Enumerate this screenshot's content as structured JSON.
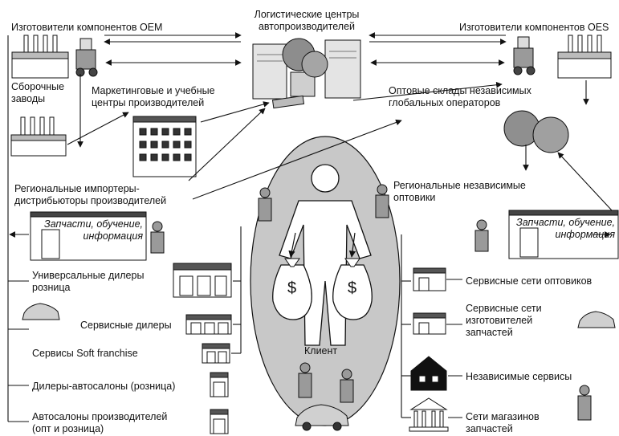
{
  "labels": {
    "oem_manufacturers": "Изготовители компонентов OEM",
    "logistics_centers_l1": "Логистические центры",
    "logistics_centers_l2": "автопроизводителей",
    "oes_manufacturers": "Изготовители компонентов OES",
    "assembly_plants_l1": "Сборочные",
    "assembly_plants_l2": "заводы",
    "marketing_centers_l1": "Маркетинговые и учебные",
    "marketing_centers_l2": "центры производителей",
    "wholesale_global_l1": "Оптовые склады независимых",
    "wholesale_global_l2": "глобальных операторов",
    "regional_importers_l1": "Региональные импортеры-",
    "regional_importers_l2": "дистрибьюторы производителей",
    "regional_wholesalers_l1": "Региональные независимые",
    "regional_wholesalers_l2": "оптовики",
    "banner_left_l1": "Запчасти, обучение,",
    "banner_left_l2": "информация",
    "banner_right_l1": "Запчасти, обучение,",
    "banner_right_l2": "информация",
    "universal_dealers_l1": "Универсальные дилеры",
    "universal_dealers_l2": "розница",
    "service_dealers": "Сервисные дилеры",
    "soft_franchise": "Сервисы Soft franchise",
    "dealer_showrooms": "Дилеры-автосалоны (розница)",
    "manufacturer_showrooms_l1": "Автосалоны производителей",
    "manufacturer_showrooms_l2": "(опт и розница)",
    "client": "Клиент",
    "money_symbol": "$",
    "wholesaler_service_chains": "Сервисные сети оптовиков",
    "parts_maker_services_l1": "Сервисные сети",
    "parts_maker_services_l2": "изготовителей",
    "parts_maker_services_l3": "запчастей",
    "independent_services": "Независимые сервисы",
    "parts_store_chains_l1": "Сети магазинов",
    "parts_store_chains_l2": "запчастей"
  },
  "colors": {
    "ink": "#111111",
    "gray": "#9a9a9a",
    "light_gray": "#d6d6d6",
    "ellipse": "#c8c8c8"
  },
  "icons": [
    "factory-icon",
    "forklift-icon",
    "server-icon",
    "globe-icon",
    "building-icon",
    "shop-icon",
    "house-icon",
    "bank-icon",
    "person-icon",
    "money-bag-icon",
    "car-icon"
  ]
}
